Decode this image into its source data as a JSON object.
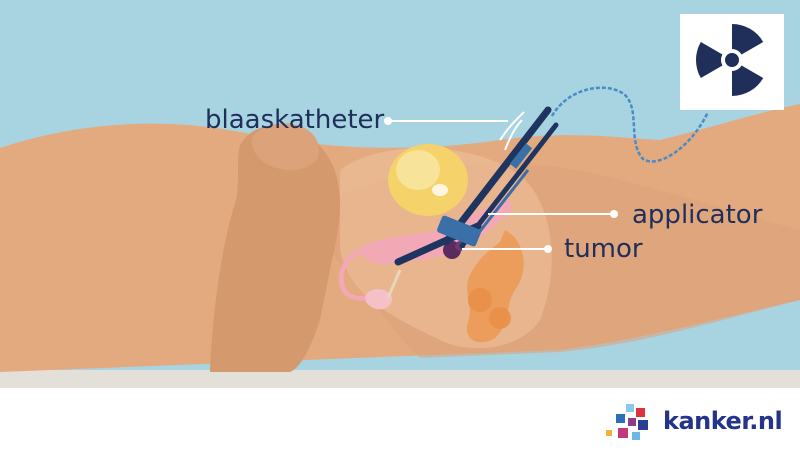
{
  "labels": {
    "catheter": "blaaskatheter",
    "applicator": "applicator",
    "tumor": "tumor"
  },
  "logo": {
    "text": "kanker.nl"
  },
  "icons": {
    "radiation": "radiation-icon"
  },
  "colors": {
    "sky": "#a8d4e2",
    "skin": "#e3aa7f",
    "skin_dark": "#c98f66",
    "label_text": "#1f2f5a",
    "applicator_blue": "#3a6fa8",
    "applicator_dark": "#1f3560",
    "tumor": "#5b2a5e",
    "bladder": "#f2cf6a",
    "uterus": "#f2a8b5",
    "bowel": "#ec9a55",
    "floor": "#e8e4de",
    "brand": "#23348a"
  }
}
